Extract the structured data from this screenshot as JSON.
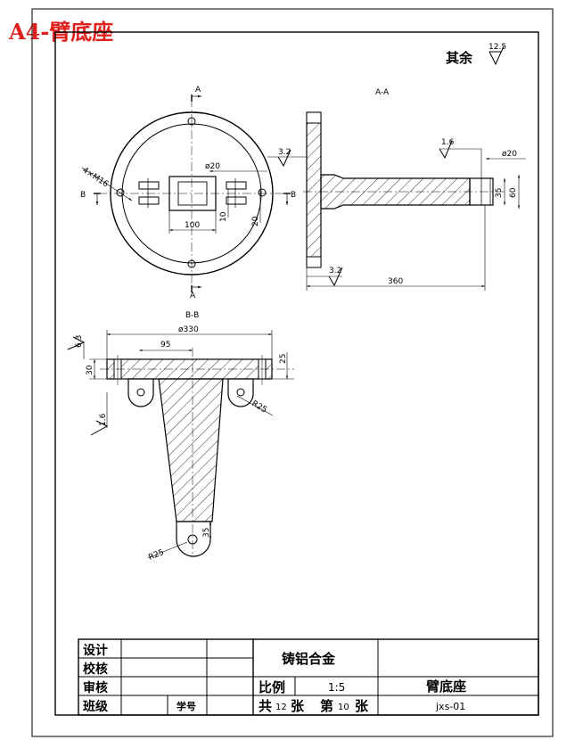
{
  "header": {
    "label": "A4-臂底座"
  },
  "roughness": {
    "general_label": "其余",
    "general_value": "12.5",
    "top_flange": "3.2",
    "bottom_flange": "3.2",
    "shaft": "1.6",
    "bb_top": "6.3",
    "bb_side": "1.6"
  },
  "top_view": {
    "section_mark": "A",
    "side_mark": "B",
    "hole_note": "4×M16",
    "dim_phi20": "ø20",
    "dim_100": "100",
    "dim_10": "10",
    "dim_20": "20"
  },
  "section_aa": {
    "title": "A-A",
    "dim_phi20": "ø20",
    "dim_35": "35",
    "dim_60": "60",
    "dim_360": "360"
  },
  "section_bb": {
    "title": "B-B",
    "dim_phi330": "ø330",
    "dim_95": "95",
    "dim_30": "30",
    "dim_25": "25",
    "dim_r25_right": "R25",
    "dim_r25_bottom": "R25",
    "dim_35": "35"
  },
  "title_block": {
    "design": "设计",
    "check": "校核",
    "review": "审核",
    "class": "班级",
    "student_no": "学号",
    "material": "铸铝合金",
    "scale_label": "比例",
    "scale_value": "1:5",
    "total_prefix": "共",
    "total_count": "12",
    "total_unit": "张",
    "sheet_prefix": "第",
    "sheet_no": "10",
    "sheet_unit": "张",
    "part_name": "臂底座",
    "drawing_no": "jxs-01"
  }
}
